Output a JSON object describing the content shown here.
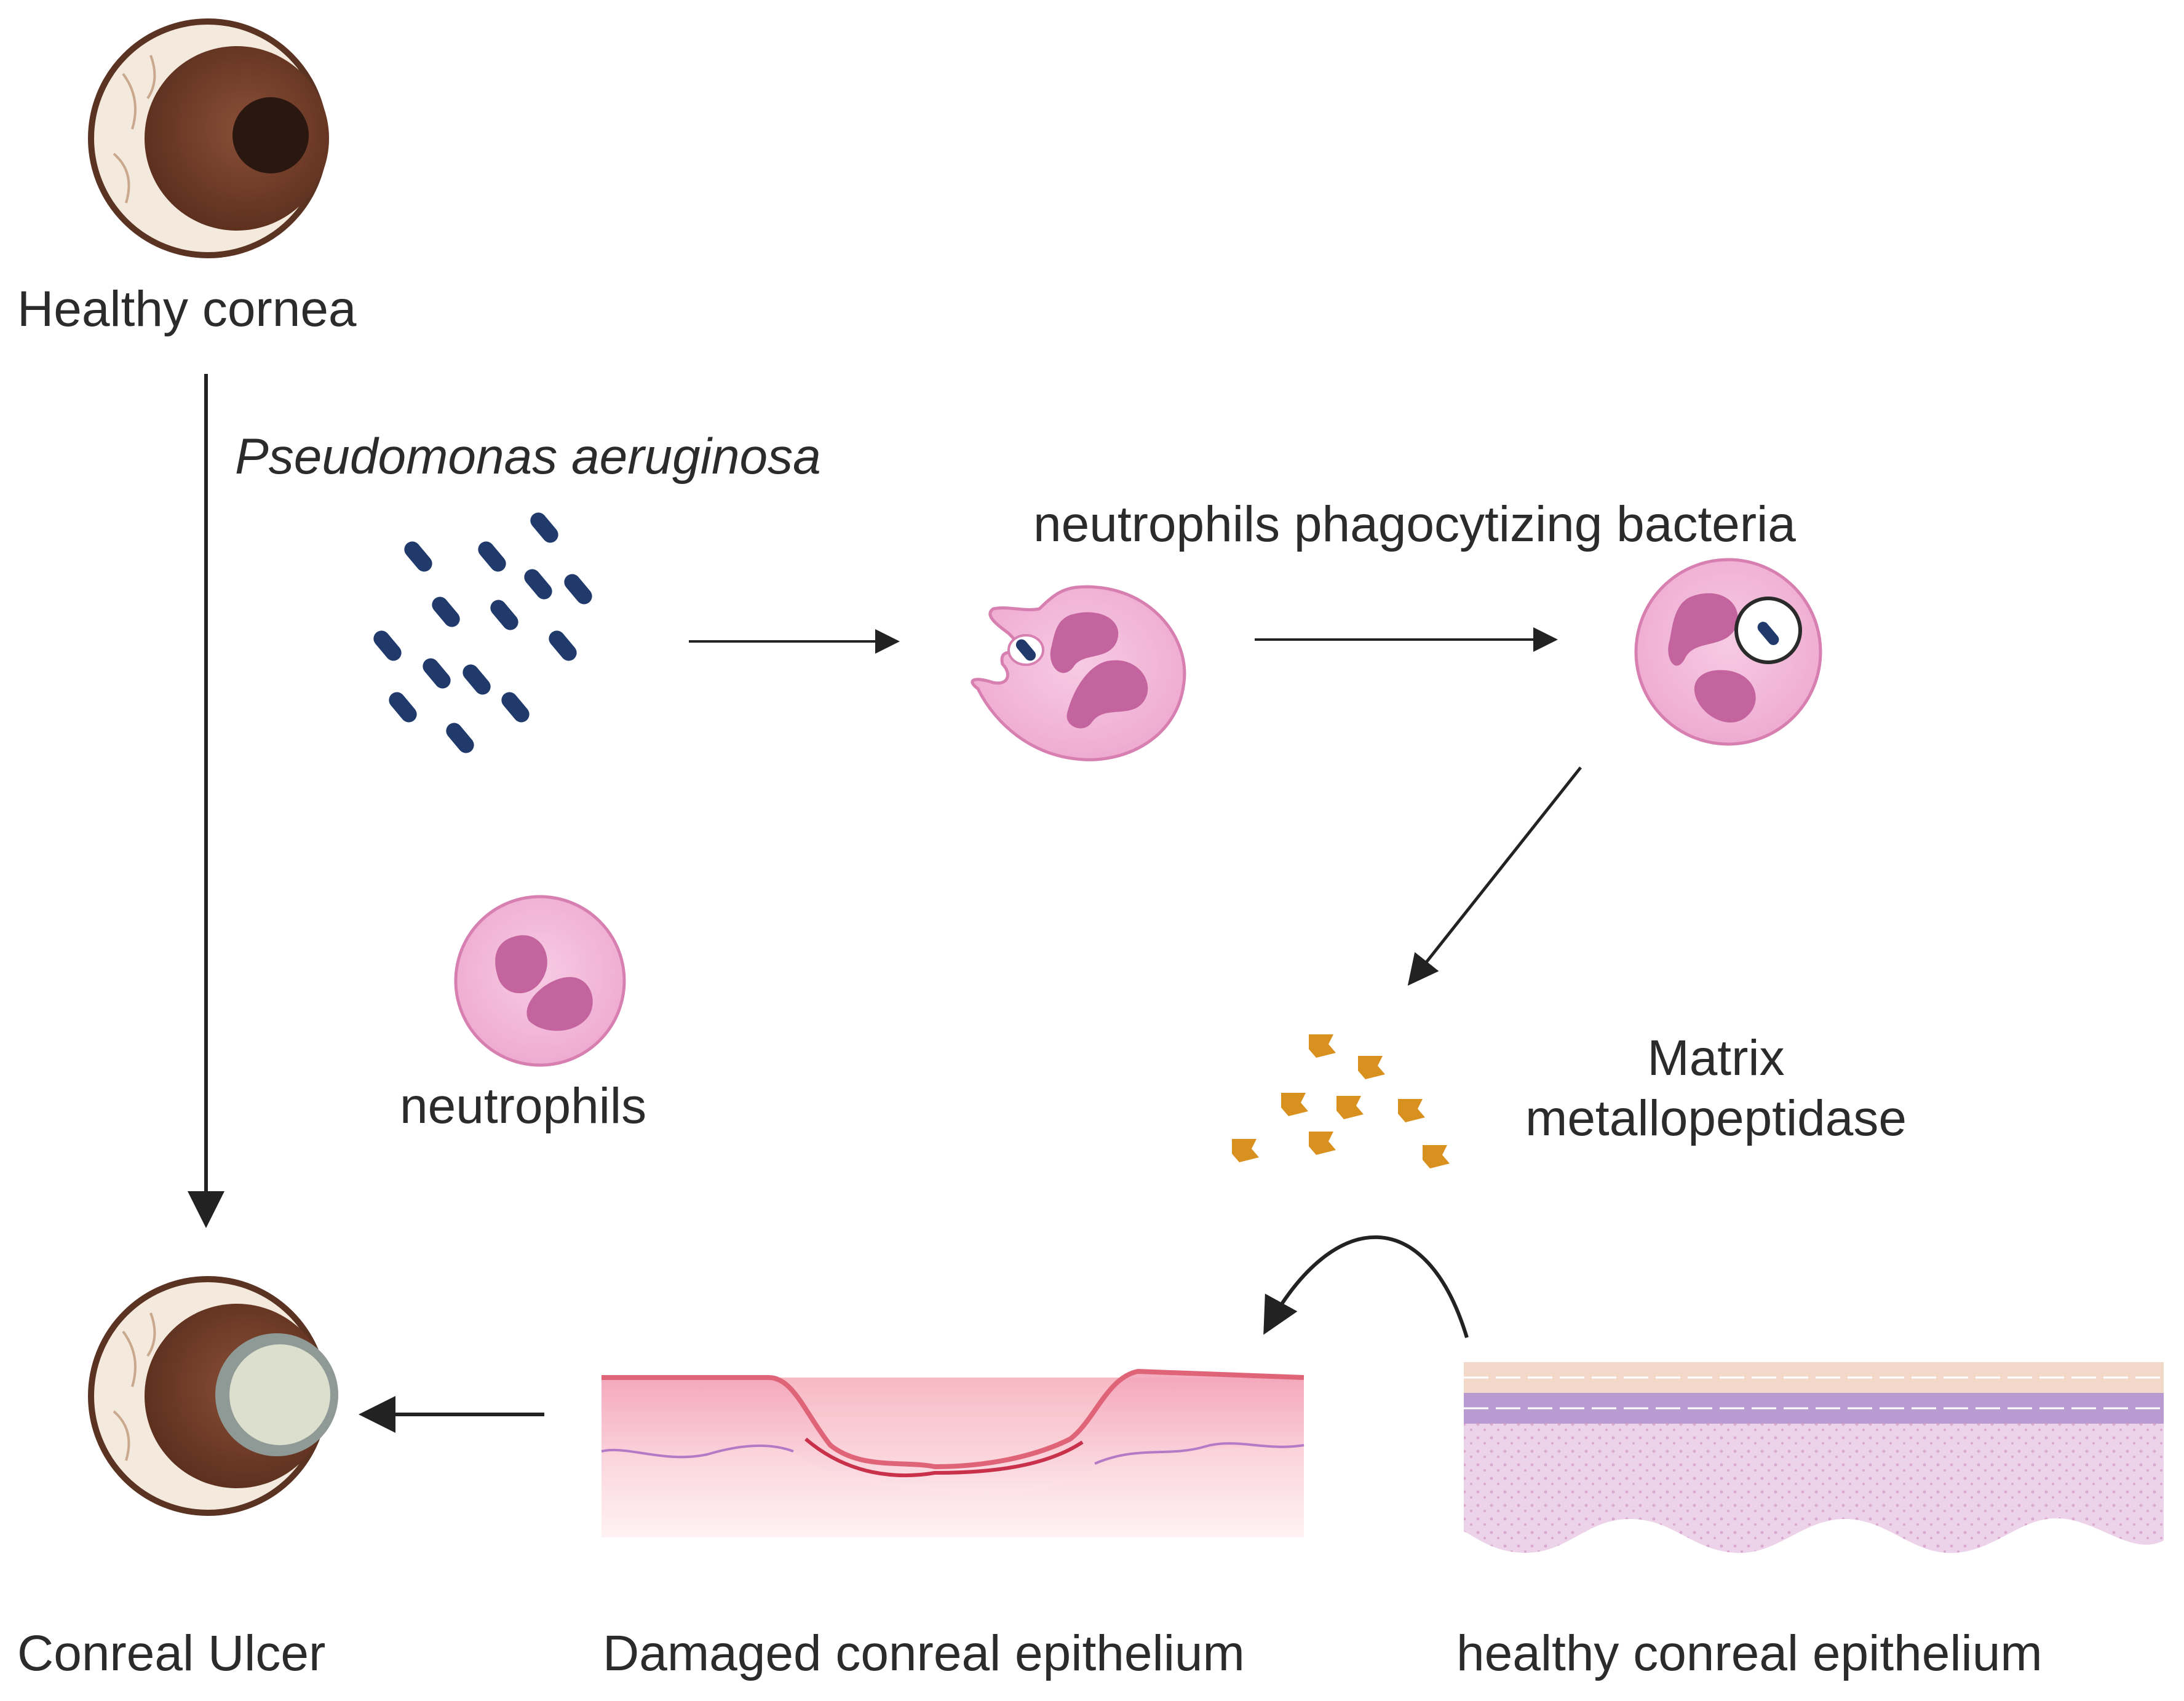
{
  "labels": {
    "healthy_cornea": "Healthy cornea",
    "pseudomonas": "Pseudomonas aeruginosa",
    "phagocytosis": "neutrophils phagocytizing bacteria",
    "neutrophils": "neutrophils",
    "mmp_line1": "Matrix",
    "mmp_line2": "metallopeptidase",
    "corneal_ulcer": "Conreal Ulcer",
    "damaged_epithelium": "Damaged conreal epithelium",
    "healthy_epithelium": "healthy conreal epithelium"
  },
  "icons": {
    "healthy_eye": "healthy-eye-icon",
    "ulcer_eye": "corneal-ulcer-eye-icon",
    "bacteria": "rod-bacteria-icon",
    "engulfing_neutrophil": "engulfing-neutrophil-icon",
    "phagocytic_neutrophil": "phagocytic-neutrophil-icon",
    "neutrophil": "neutrophil-icon",
    "enzymes": "enzyme-icon",
    "damaged_tissue": "damaged-epithelium-icon",
    "healthy_tissue": "healthy-epithelium-icon"
  },
  "colors": {
    "arrow": "#222222",
    "bacteria": "#1f3a6b",
    "neutrophil_fill": "#f2b6d8",
    "neutrophil_edge": "#d77fb0",
    "nucleus": "#c4649e",
    "enzyme": "#d8901f",
    "iris": "#6b3a26",
    "pupil": "#2a1710",
    "sclera": "#f3e9dc",
    "opacity": "#d9dccd"
  }
}
